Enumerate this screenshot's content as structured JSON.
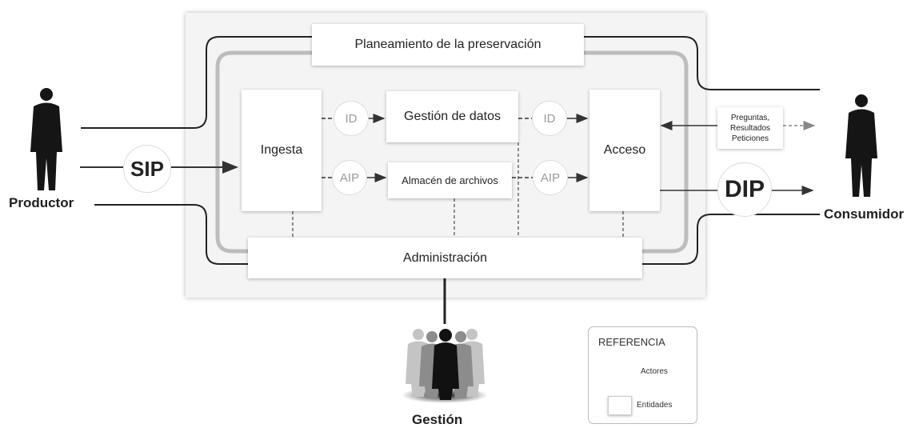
{
  "entities": {
    "planeamiento": "Planeamiento de la preservación",
    "ingesta": "Ingesta",
    "gestion_datos": "Gestión de datos",
    "almacen": "Almacén de archivos",
    "acceso": "Acceso",
    "administracion": "Administración",
    "preguntas": [
      "Preguntas,",
      "Resultados",
      "Peticiones"
    ]
  },
  "packages": {
    "sip": "SIP",
    "dip": "DIP",
    "id_in": "ID",
    "aip_in": "AIP",
    "id_out": "ID",
    "aip_out": "AIP"
  },
  "actors": {
    "productor": "Productor",
    "consumidor": "Consumidor",
    "gestion": "Gestión"
  },
  "legend": {
    "title": "REFERENCIA",
    "actores": "Actores",
    "entidades": "Entidades"
  }
}
